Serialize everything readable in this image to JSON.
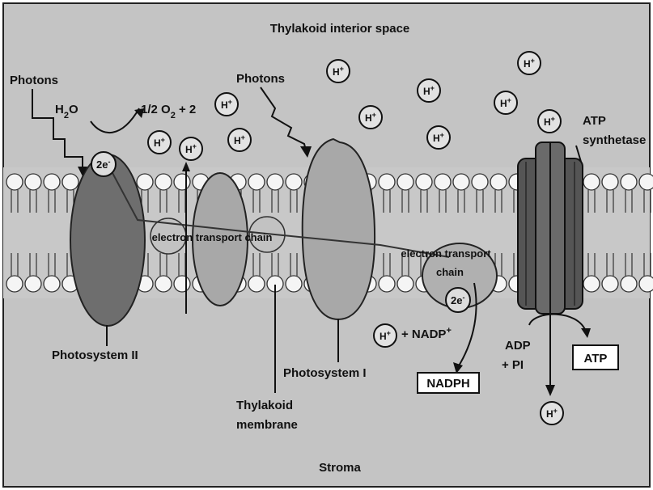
{
  "title": "Thylakoid interior space",
  "region_bottom": "Stroma",
  "photons_left": "Photons",
  "photons_right": "Photons",
  "water": {
    "h": "H",
    "sub": "2",
    "o": "O"
  },
  "oxygen": {
    "pre": "1/2 O",
    "sub": "2",
    "post": " + 2"
  },
  "two_e_top": "2e",
  "two_e_top_sup": "-",
  "two_e_bottom": "2e",
  "two_e_bottom_sup": "-",
  "etc_left": "electron transport chain",
  "etc_right_line1": "electron transport",
  "etc_right_line2": "chain",
  "photosystem_ii": "Photosystem II",
  "photosystem_i": "Photosystem I",
  "membrane_line1": "Thylakoid",
  "membrane_line2": "membrane",
  "nadp": " + NADP",
  "nadp_sup": "+",
  "nadph": "NADPH",
  "atp_synthetase_line1": "ATP",
  "atp_synthetase_line2": "synthetase",
  "adp_line1": "ADP",
  "adp_line2": "+ PI",
  "atp": "ATP",
  "hion": {
    "base": "H",
    "sup": "+"
  },
  "colors": {
    "background": "#c4c4c4",
    "membrane": "#c8c8c8",
    "lipid_head": "#f5f5f5",
    "photosystem_ii": "#6e6e6e",
    "photosystem_i": "#a8a8a8",
    "cytochrome": "#b4b4b4",
    "atp_synthase": "#555555"
  }
}
